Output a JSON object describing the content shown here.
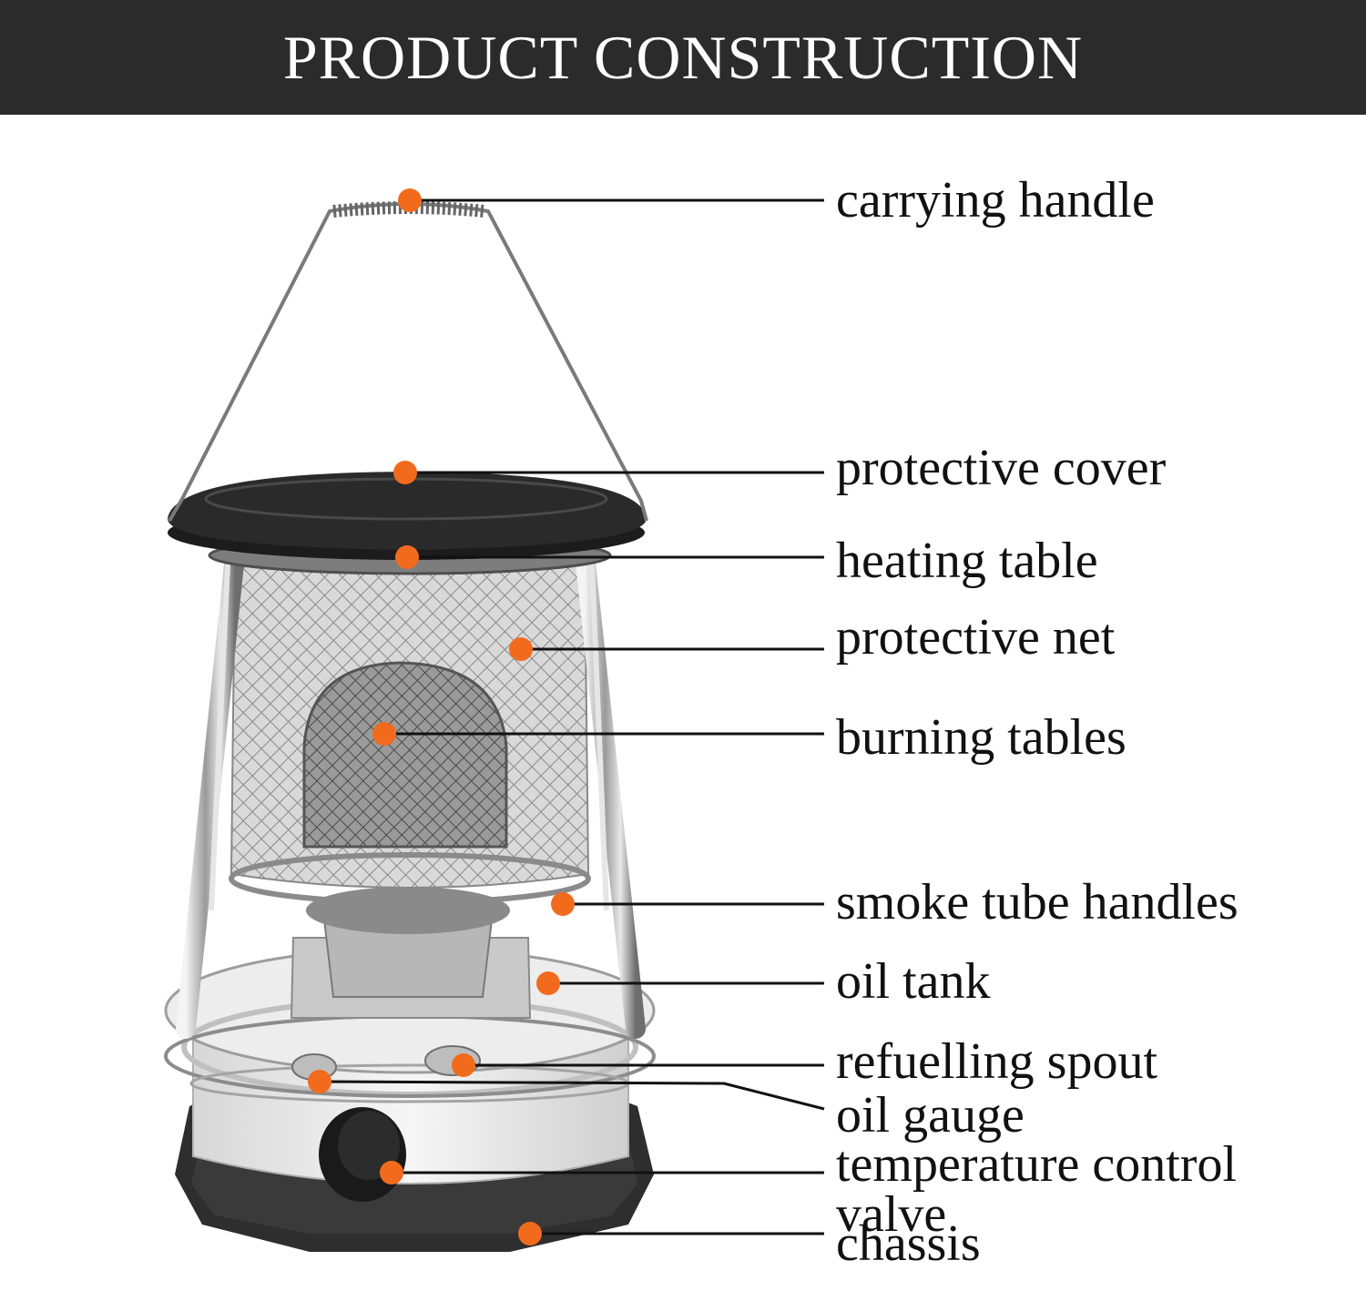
{
  "header": {
    "title": "PRODUCT CONSTRUCTION"
  },
  "colors": {
    "banner": "#2b2b2b",
    "marker": "#f26b1d",
    "leader": "#111111"
  },
  "parts": [
    {
      "id": "carrying-handle",
      "label": "carrying handle"
    },
    {
      "id": "protective-cover",
      "label": "protective cover"
    },
    {
      "id": "heating-table",
      "label": "heating table"
    },
    {
      "id": "protective-net",
      "label": "protective net"
    },
    {
      "id": "burning-tables",
      "label": "burning tables"
    },
    {
      "id": "smoke-tube-handles",
      "label": "smoke tube handles"
    },
    {
      "id": "oil-tank",
      "label": "oil tank"
    },
    {
      "id": "refuelling-spout",
      "label": "refuelling spout"
    },
    {
      "id": "oil-gauge",
      "label": "oil gauge"
    },
    {
      "id": "temperature-control-valve",
      "label": "temperature control\nvalve"
    },
    {
      "id": "chassis",
      "label": "chassis"
    }
  ]
}
